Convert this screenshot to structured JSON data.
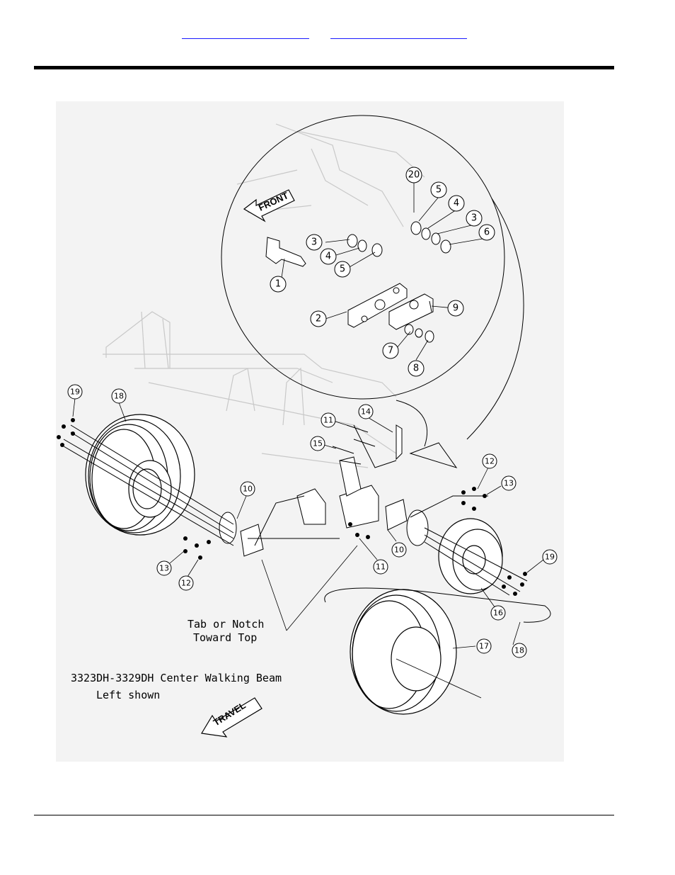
{
  "header": {
    "links": [
      {
        "label": ""
      },
      {
        "label": ""
      }
    ]
  },
  "figure": {
    "arrows": {
      "front": "FRONT",
      "travel": "TRAVEL"
    },
    "note_tab": [
      "Tab or Notch",
      "Toward Top"
    ],
    "caption": [
      "3323DH-3329DH Center Walking Beam",
      "Left shown"
    ]
  },
  "callouts": [
    "20",
    "5",
    "4",
    "3",
    "6",
    "3",
    "4",
    "5",
    "1",
    "2",
    "9",
    "7",
    "8",
    "19",
    "18",
    "14",
    "11",
    "15",
    "12",
    "13",
    "10",
    "10",
    "13",
    "12",
    "11",
    "19",
    "16",
    "17",
    "18"
  ],
  "colors": {
    "link": "#1a1aff",
    "figure_bg": "#f3f3f3",
    "ghost_lines": "#c8c8c8"
  }
}
